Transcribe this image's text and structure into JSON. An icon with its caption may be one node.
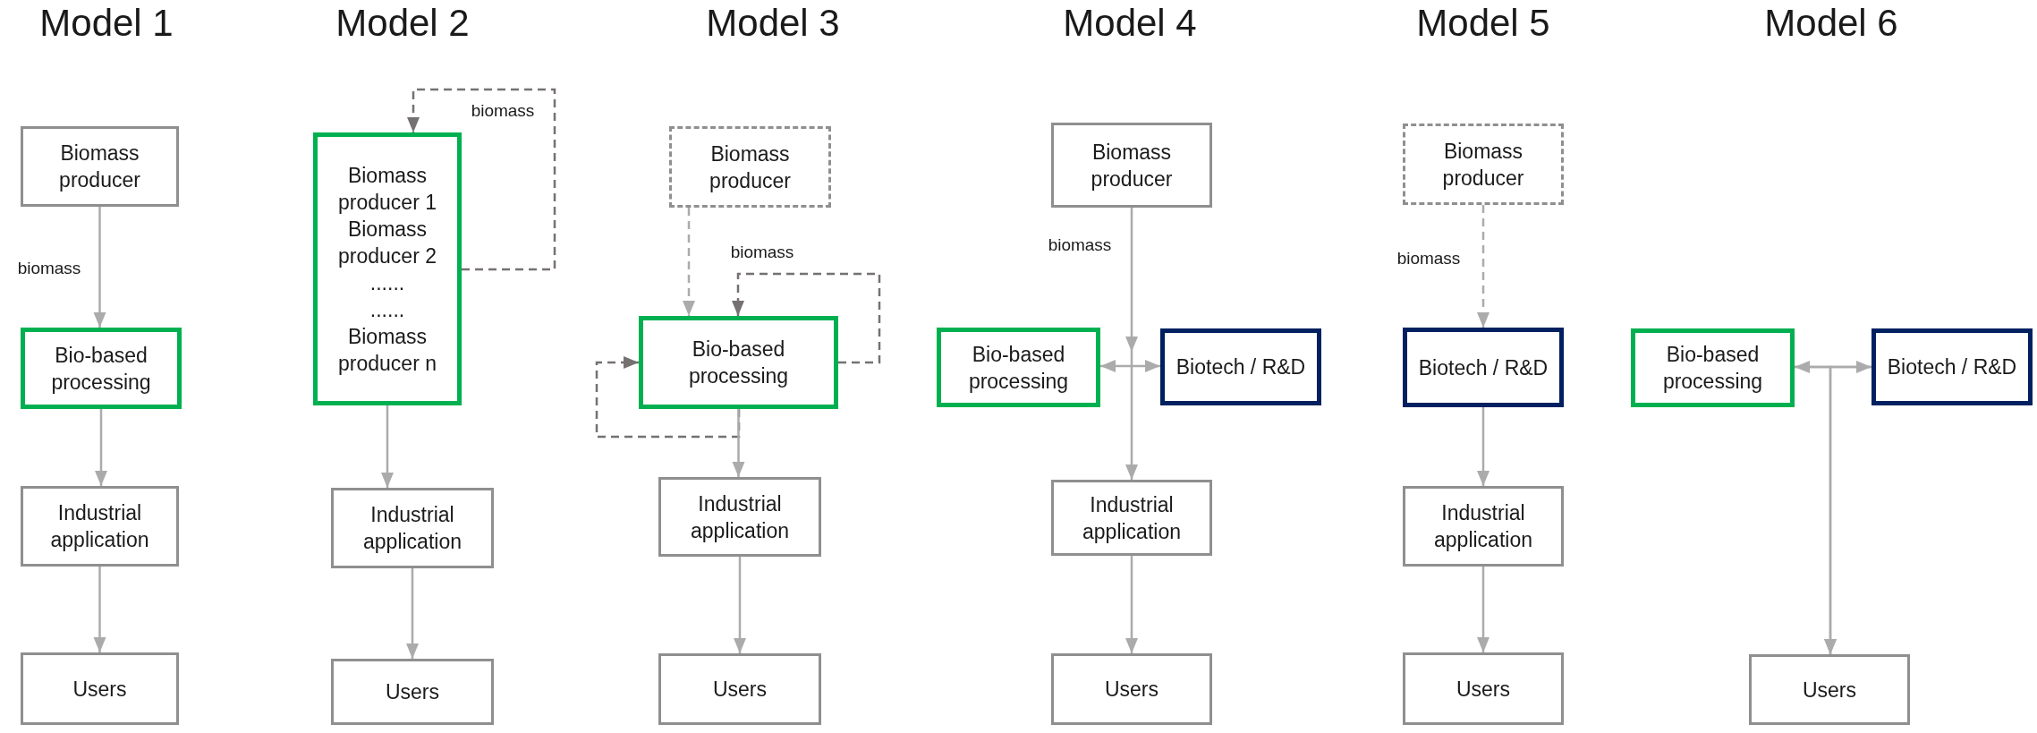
{
  "diagram": {
    "nodes": [
      {
        "text": [
          "Biomass producer"
        ]
      },
      {
        "text": [
          "Bio-based processing"
        ]
      },
      {
        "text": [
          "Industrial application"
        ]
      },
      {
        "text": [
          "Users"
        ]
      },
      {
        "text": [
          "Biomass producer 1",
          "Biomass producer 2",
          "......",
          "......",
          "Biomass producer n"
        ]
      },
      {
        "text": [
          "Industrial application"
        ]
      },
      {
        "text": [
          "Users"
        ]
      },
      {
        "text": [
          "Biomass producer"
        ]
      },
      {
        "text": [
          "Bio-based processing"
        ]
      },
      {
        "text": [
          "Industrial application"
        ]
      },
      {
        "text": [
          "Users"
        ]
      },
      {
        "text": [
          "Biomass producer"
        ]
      },
      {
        "text": [
          "Bio-based processing"
        ]
      },
      {
        "text": [
          "Biotech / R&D"
        ]
      },
      {
        "text": [
          "Industrial application"
        ]
      },
      {
        "text": [
          "Users"
        ]
      },
      {
        "text": [
          "Biomass producer"
        ]
      },
      {
        "text": [
          "Biotech / R&D"
        ]
      },
      {
        "text": [
          "Industrial application"
        ]
      },
      {
        "text": [
          "Users"
        ]
      },
      {
        "text": [
          "Bio-based processing"
        ]
      },
      {
        "text": [
          "Biotech / R&D"
        ]
      },
      {
        "text": [
          "Users"
        ]
      }
    ],
    "edges": [
      {
        "from": 0,
        "to": 1,
        "arrow": "to",
        "label": "biomass"
      },
      {
        "from": 1,
        "to": 2,
        "arrow": "to"
      },
      {
        "from": 2,
        "to": 3,
        "arrow": "to"
      },
      {
        "from": 4,
        "to": 4,
        "arrow": "to",
        "label": "biomass",
        "style": "dashed",
        "color": "#767171"
      },
      {
        "from": 4,
        "to": 5,
        "arrow": "to"
      },
      {
        "from": 5,
        "to": 6,
        "arrow": "to"
      },
      {
        "from": 7,
        "to": 8,
        "arrow": "to",
        "style": "dashed"
      },
      {
        "from": 8,
        "to": 8,
        "arrow": "to",
        "label": "biomass",
        "style": "dashed",
        "color": "#767171"
      },
      {
        "from": 8,
        "to": 8,
        "arrow": "to",
        "style": "dashed",
        "color": "#767171"
      },
      {
        "from": 8,
        "to": 9,
        "arrow": "to"
      },
      {
        "from": 9,
        "to": 10,
        "arrow": "to"
      },
      {
        "from": 11,
        "to": 14,
        "arrow": "to",
        "label": "biomass"
      },
      {
        "from": 12,
        "to": 13,
        "arrow": "both"
      },
      {
        "from": 14,
        "to": 15,
        "arrow": "to"
      },
      {
        "from": 16,
        "to": 17,
        "arrow": "to",
        "label": "biomass",
        "style": "dashed"
      },
      {
        "from": 17,
        "to": 18,
        "arrow": "to"
      },
      {
        "from": 18,
        "to": 19,
        "arrow": "to"
      },
      {
        "from": 20,
        "to": 21,
        "arrow": "both"
      },
      {
        "from": 20,
        "to": 22,
        "arrow": "to"
      },
      {
        "from": 21,
        "to": 22,
        "arrow": "to"
      }
    ],
    "labels": [
      "Model 1",
      "Model 2",
      "Model 3",
      "Model 4",
      "Model 5",
      "Model 6"
    ]
  }
}
